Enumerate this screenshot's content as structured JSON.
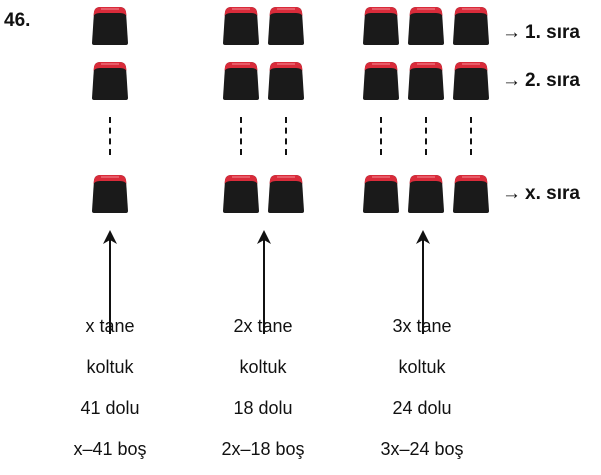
{
  "question_number": "46.",
  "row_labels": [
    {
      "arrow": "→",
      "text": "1. sıra"
    },
    {
      "arrow": "→",
      "text": "2. sıra"
    },
    {
      "arrow": "→",
      "text": "x. sıra"
    }
  ],
  "groups": [
    {
      "lines": [
        "x tane",
        "koltuk",
        "41 dolu",
        "x–41 boş"
      ]
    },
    {
      "lines": [
        "2x tane",
        "koltuk",
        "18 dolu",
        "2x–18 boş"
      ]
    },
    {
      "lines": [
        "3x tane",
        "koltuk",
        "24 dolu",
        "3x–24 boş"
      ]
    }
  ],
  "colors": {
    "seat_body": "#1a1a1a",
    "seat_top": "#d92b3a",
    "ink": "#111111"
  }
}
